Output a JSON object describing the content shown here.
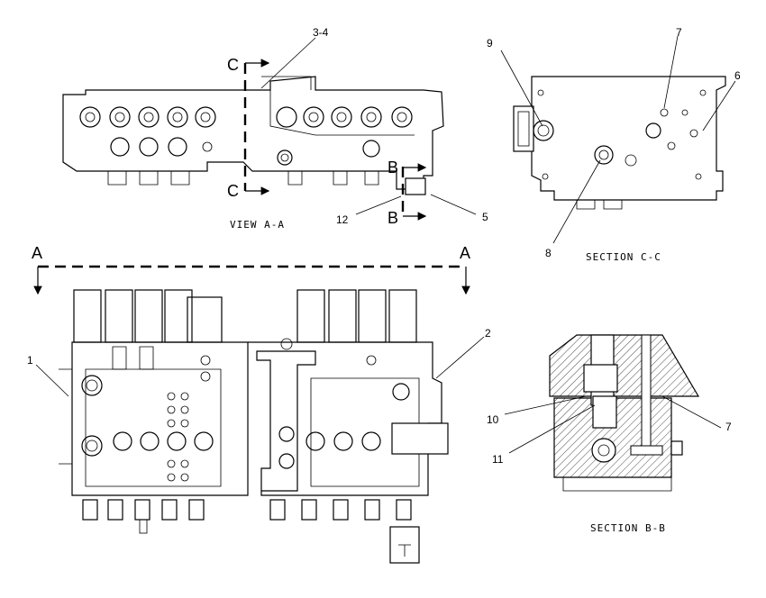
{
  "captions": {
    "view_aa": "VIEW A-A",
    "section_cc": "SECTION C-C",
    "section_bb": "SECTION B-B"
  },
  "section_letters": {
    "a_left": "A",
    "a_right": "A",
    "c_top": "C",
    "c_bottom": "C",
    "b_top": "B",
    "b_bottom": "B"
  },
  "callouts": {
    "c1": "1",
    "c2": "2",
    "c34": "3-4",
    "c5": "5",
    "c6": "6",
    "c7a": "7",
    "c7b": "7",
    "c8": "8",
    "c9": "9",
    "c10": "10",
    "c11": "11",
    "c12": "12"
  }
}
